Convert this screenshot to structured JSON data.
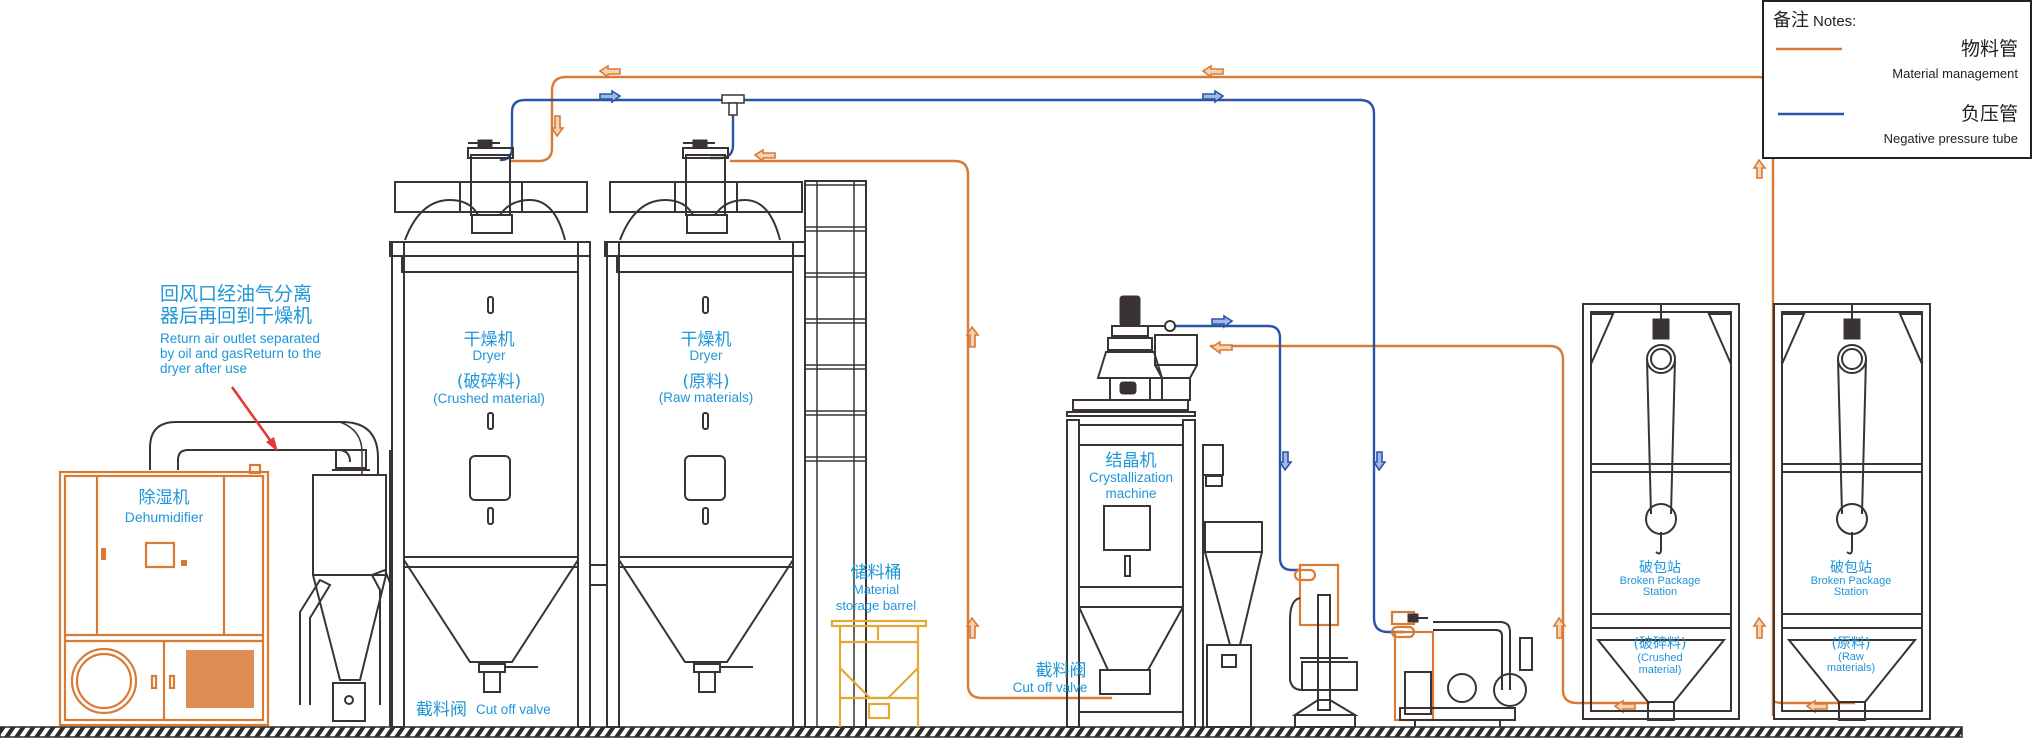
{
  "legend": {
    "title_zh": "备注",
    "title_en": "Notes:",
    "items": [
      {
        "zh": "物料管",
        "en": "Material management",
        "color": "#d97a35"
      },
      {
        "zh": "负压管",
        "en": "Negative pressure tube",
        "color": "#2a55a6"
      }
    ]
  },
  "annotation": {
    "zh_line1": "回风口经油气分离",
    "zh_line2": "器后再回到干燥机",
    "en_line1": "Return air outlet separated",
    "en_line2": "by oil and gasReturn to the",
    "en_line3": "dryer after use"
  },
  "equipment": {
    "dehumidifier": {
      "zh": "除湿机",
      "en": "Dehumidifier"
    },
    "dryer_crushed": {
      "zh": "干燥机",
      "en": "Dryer",
      "sub_zh": "(破碎料)",
      "sub_en": "(Crushed material)"
    },
    "dryer_raw": {
      "zh": "干燥机",
      "en": "Dryer",
      "sub_zh": "(原料)",
      "sub_en": "(Raw materials)"
    },
    "cutoff_valve_1": {
      "zh": "截料阀",
      "en": "Cut off valve"
    },
    "storage_barrel": {
      "zh": "储料桶",
      "en_line1": "Material",
      "en_line2": "storage barrel"
    },
    "crystallizer": {
      "zh": "结晶机",
      "en_line1": "Crystallization",
      "en_line2": "machine"
    },
    "cutoff_valve_2": {
      "zh": "截料阀",
      "en": "Cut off valve"
    },
    "station_crushed": {
      "zh": "破包站",
      "en_line1": "Broken Package",
      "en_line2": "Station",
      "sub_zh": "(破碎料)",
      "sub_en1": "(Crushed",
      "sub_en2": "material)"
    },
    "station_raw": {
      "zh": "破包站",
      "en_line1": "Broken Package",
      "en_line2": "Station",
      "sub_zh": "(原料)",
      "sub_en1": "(Raw",
      "sub_en2": "materials)"
    }
  },
  "colors": {
    "material_pipe": "#d97a35",
    "negative_pressure_pipe": "#2a55a6",
    "label_text": "#1f96d7",
    "equipment_line": "#3a3334",
    "annotation_arrow": "#e53935"
  }
}
